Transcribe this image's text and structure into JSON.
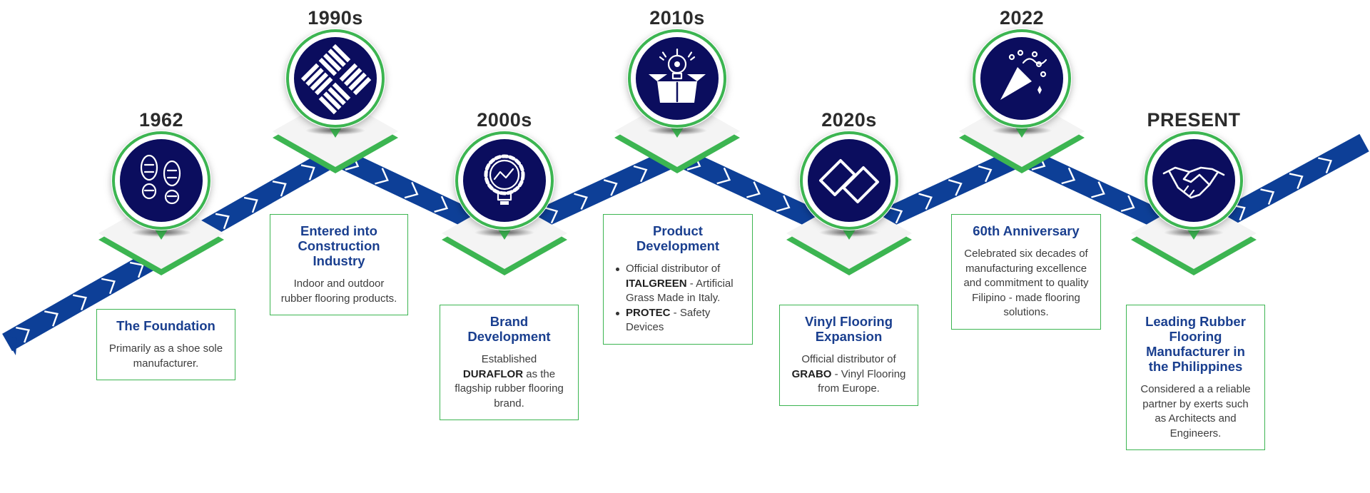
{
  "colors": {
    "navy": "#0b0d5e",
    "green": "#3cb551",
    "blue": "#0d3f97",
    "title": "#1a3f8f"
  },
  "milestones": [
    {
      "year": "1962",
      "icon": "footprints-icon",
      "level": "low",
      "title": "The Foundation",
      "parts": [
        {
          "t": "Primarily as a shoe sole manufacturer."
        }
      ]
    },
    {
      "year": "1990s",
      "icon": "parquet-floor-icon",
      "level": "high",
      "title": "Entered into Construction Industry",
      "parts": [
        {
          "t": "Indoor and outdoor rubber flooring products."
        }
      ]
    },
    {
      "year": "2000s",
      "icon": "gear-head-icon",
      "level": "low",
      "title": "Brand Development",
      "parts": [
        {
          "t": "Established "
        },
        {
          "b": "DURAFLOR"
        },
        {
          "t": " as the flagship rubber flooring brand."
        }
      ]
    },
    {
      "year": "2010s",
      "icon": "lightbulb-box-icon",
      "level": "high",
      "title": "Product Development",
      "bullets": [
        [
          {
            "t": "Official distributor of "
          },
          {
            "b": "ITALGREEN"
          },
          {
            "t": " - Artificial Grass Made in Italy."
          }
        ],
        [
          {
            "b": "PROTEC"
          },
          {
            "t": " - Safety Devices"
          }
        ]
      ]
    },
    {
      "year": "2020s",
      "icon": "vinyl-tiles-icon",
      "level": "low",
      "title": "Vinyl Flooring Expansion",
      "parts": [
        {
          "t": "Official distributor of "
        },
        {
          "b": "GRABO"
        },
        {
          "t": " - Vinyl Flooring from Europe."
        }
      ]
    },
    {
      "year": "2022",
      "icon": "party-popper-icon",
      "level": "high",
      "title": "60th Anniversary",
      "parts": [
        {
          "t": "Celebrated six decades of manufacturing excellence and commitment to quality Filipino - made flooring solutions."
        }
      ]
    },
    {
      "year": "PRESENT",
      "icon": "handshake-icon",
      "level": "low",
      "title": "Leading Rubber Flooring Manufacturer in the Philippines",
      "parts": [
        {
          "t": "Considered a a reliable partner by exerts such as Architects and Engineers."
        }
      ]
    }
  ]
}
